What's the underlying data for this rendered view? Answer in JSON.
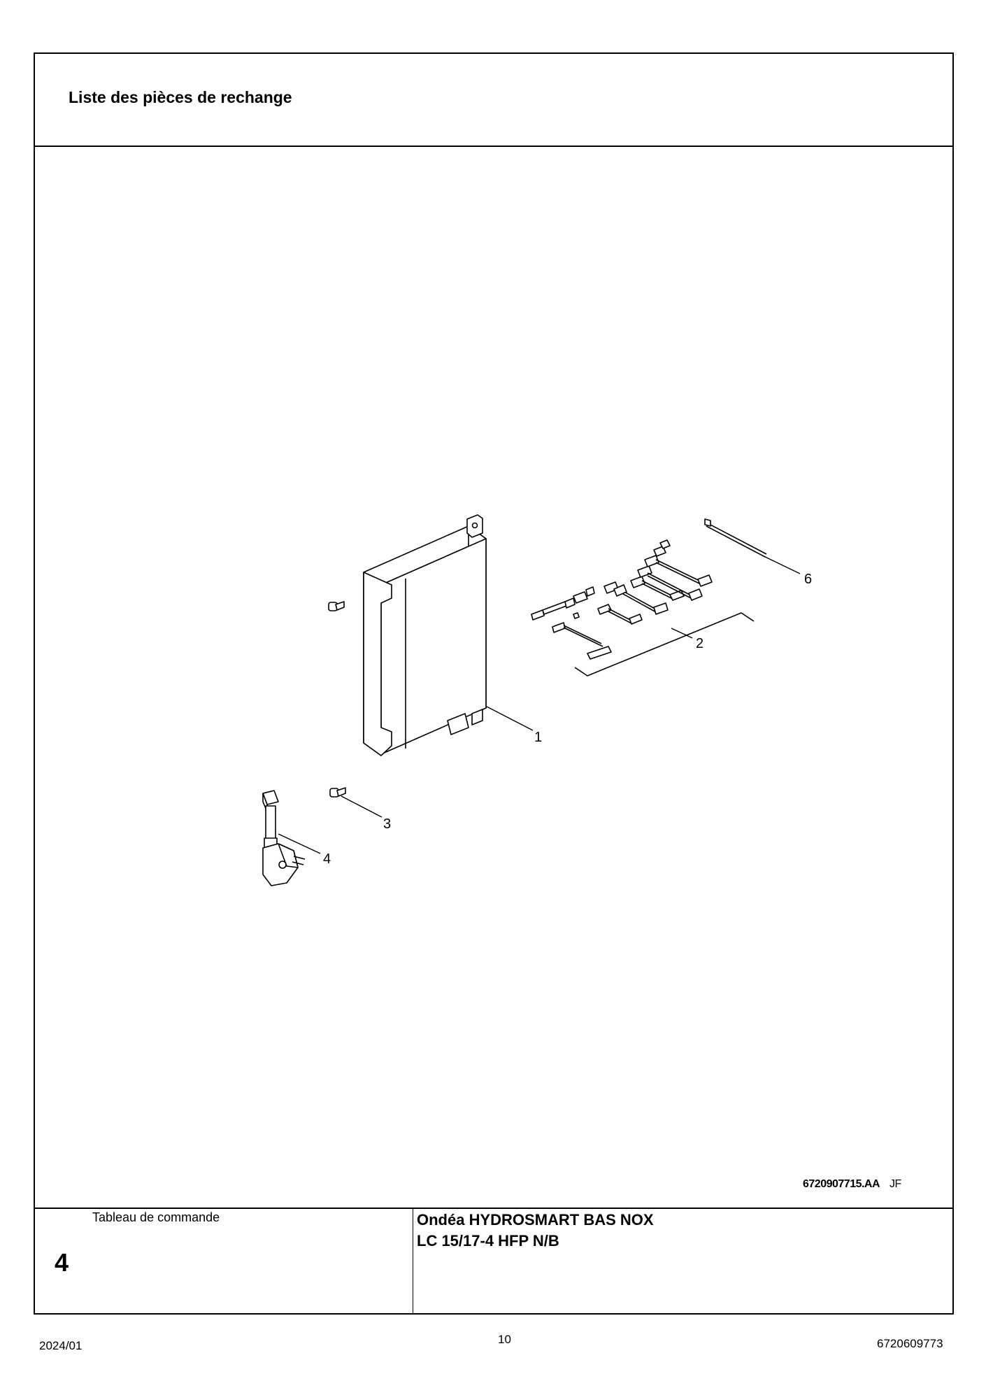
{
  "header": {
    "title": "Liste des pièces de rechange"
  },
  "drawing": {
    "reference": "6720907715.AA",
    "author": "JF",
    "callouts": [
      "1",
      "2",
      "3",
      "4",
      "6"
    ]
  },
  "footer": {
    "section_label": "Tableau de commande",
    "section_number": "4",
    "model_line1": "Ondéa HYDROSMART BAS NOX",
    "model_line2": "LC 15/17-4 HFP N/B"
  },
  "page": {
    "date": "2024/01",
    "number": "10",
    "document_number": "6720609773"
  }
}
